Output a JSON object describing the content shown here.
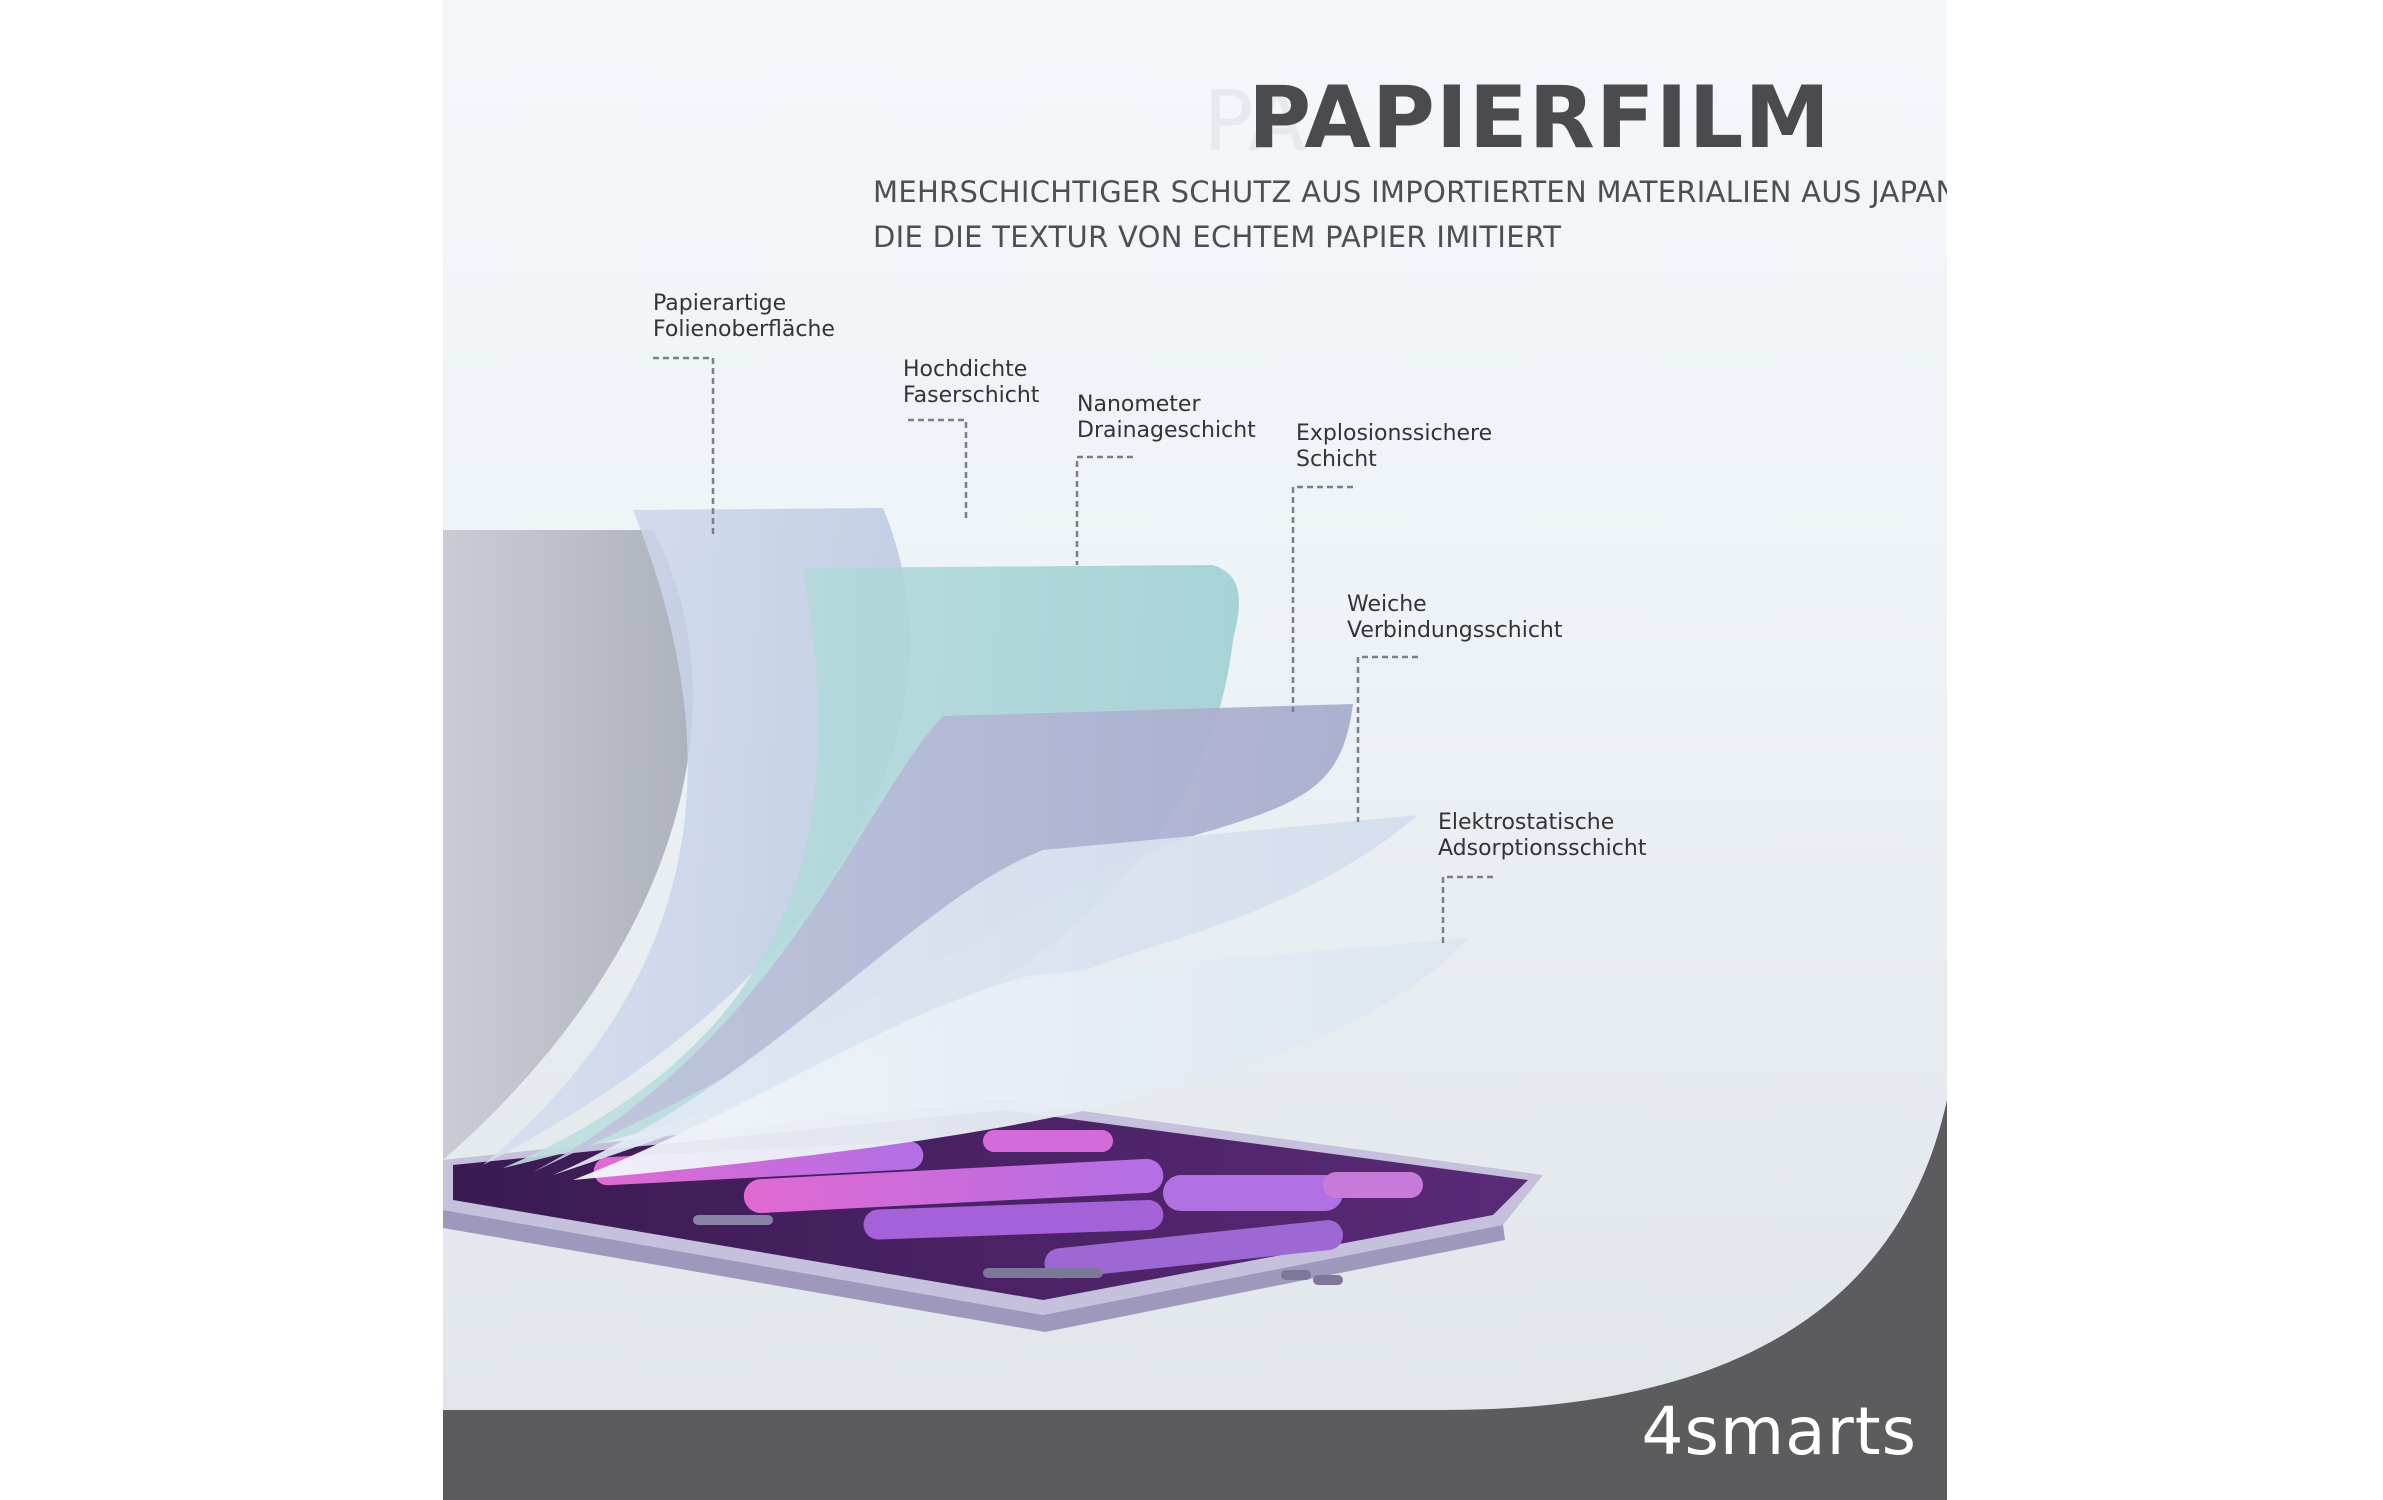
{
  "header": {
    "title": "PAPIERFILM",
    "subtitle_line1": "MEHRSCHICHTIGER SCHUTZ AUS IMPORTIERTEN MATERIALIEN AUS JAPAN,",
    "subtitle_line2": "DIE DIE TEXTUR VON ECHTEM PAPIER IMITIERT"
  },
  "layers": [
    {
      "line1": "Papierartige",
      "line2": "Folienoberfläche"
    },
    {
      "line1": "Hochdichte",
      "line2": "Faserschicht"
    },
    {
      "line1": "Nanometer",
      "line2": "Drainageschicht"
    },
    {
      "line1": "Explosionssichere",
      "line2": "Schicht"
    },
    {
      "line1": "Weiche",
      "line2": "Verbindungsschicht"
    },
    {
      "line1": "Elektrostatische",
      "line2": "Adsorptionsschicht"
    }
  ],
  "brand": {
    "name": "4smarts"
  },
  "colors": {
    "footer_band": "#5c5c5e",
    "title": "#4b4b4f",
    "screen_accent": "#c85ad6"
  }
}
